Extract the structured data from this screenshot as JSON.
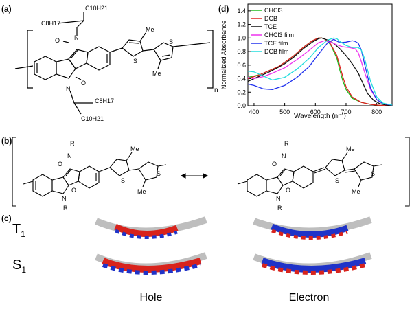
{
  "panels": {
    "a": "(a)",
    "b": "(b)",
    "c": "(c)",
    "d": "(d)"
  },
  "panel_a": {
    "alkyl_top_outer": "C10H21",
    "alkyl_top_inner": "C8H17",
    "alkyl_bottom_inner": "C8H17",
    "alkyl_bottom_outer": "C10H21",
    "methyl_1": "Me",
    "methyl_2": "Me",
    "repeat": "n",
    "atom_O": "O",
    "atom_N": "N",
    "atom_S": "S"
  },
  "panel_b": {
    "R": "R",
    "N": "N",
    "O": "O",
    "S": "S",
    "Me": "Me"
  },
  "panel_c": {
    "row_t1_base": "T",
    "row_t1_sub": "1",
    "row_s1_base": "S",
    "row_s1_sub": "1",
    "col_hole": "Hole",
    "col_electron": "Electron"
  },
  "colors": {
    "chcl3": "#22bb22",
    "dcb": "#e02020",
    "tce": "#111111",
    "chcl3_film": "#ee33ee",
    "tce_film": "#2233ee",
    "dcb_film": "#22dddd",
    "orbital_red": "#d8231c",
    "orbital_blue": "#1f33c8"
  },
  "chart_data": {
    "type": "line",
    "xlabel": "Wavelength (nm)",
    "ylabel": "Normalized Absorbance",
    "xlim": [
      380,
      850
    ],
    "ylim": [
      0.0,
      1.5
    ],
    "xticks": [
      "400",
      "500",
      "600",
      "700",
      "800"
    ],
    "yticks": [
      "0.0",
      "0.2",
      "0.4",
      "0.6",
      "0.8",
      "1.0",
      "1.2",
      "1.4"
    ],
    "legend_position": "top-left",
    "series": [
      {
        "name": "CHCl3",
        "color": "#22bb22",
        "x": [
          380,
          400,
          420,
          450,
          480,
          500,
          530,
          560,
          590,
          610,
          620,
          630,
          650,
          670,
          680,
          690,
          700,
          720,
          750,
          780,
          800,
          830,
          850
        ],
        "y": [
          0.42,
          0.44,
          0.46,
          0.52,
          0.58,
          0.64,
          0.74,
          0.86,
          0.96,
          1.0,
          1.0,
          0.99,
          0.9,
          0.7,
          0.52,
          0.36,
          0.24,
          0.11,
          0.05,
          0.02,
          0.01,
          0.0,
          0.0
        ]
      },
      {
        "name": "DCB",
        "color": "#e02020",
        "x": [
          380,
          400,
          420,
          450,
          480,
          500,
          530,
          560,
          590,
          610,
          620,
          630,
          650,
          670,
          680,
          690,
          700,
          720,
          750,
          780,
          800,
          830,
          850
        ],
        "y": [
          0.4,
          0.43,
          0.46,
          0.52,
          0.58,
          0.64,
          0.74,
          0.86,
          0.96,
          1.0,
          1.0,
          0.99,
          0.91,
          0.74,
          0.58,
          0.42,
          0.28,
          0.13,
          0.05,
          0.02,
          0.01,
          0.0,
          0.0
        ]
      },
      {
        "name": "TCE",
        "color": "#111111",
        "x": [
          380,
          400,
          420,
          450,
          480,
          500,
          530,
          560,
          590,
          610,
          620,
          640,
          660,
          680,
          700,
          720,
          730,
          740,
          750,
          770,
          790,
          810,
          830,
          850
        ],
        "y": [
          0.36,
          0.4,
          0.44,
          0.5,
          0.57,
          0.62,
          0.72,
          0.84,
          0.94,
          0.99,
          1.0,
          0.97,
          0.92,
          0.84,
          0.74,
          0.62,
          0.55,
          0.48,
          0.38,
          0.18,
          0.08,
          0.03,
          0.01,
          0.0
        ]
      },
      {
        "name": "CHCl3 film",
        "color": "#ee33ee",
        "x": [
          380,
          400,
          430,
          460,
          500,
          540,
          580,
          610,
          630,
          650,
          670,
          690,
          710,
          730,
          740,
          750,
          760,
          780,
          800,
          820,
          850
        ],
        "y": [
          0.42,
          0.4,
          0.43,
          0.48,
          0.56,
          0.68,
          0.82,
          0.93,
          0.96,
          0.94,
          0.9,
          0.87,
          0.86,
          0.84,
          0.78,
          0.65,
          0.5,
          0.24,
          0.09,
          0.03,
          0.01
        ]
      },
      {
        "name": "TCE film",
        "color": "#2233ee",
        "x": [
          380,
          400,
          430,
          460,
          500,
          540,
          580,
          610,
          640,
          660,
          680,
          700,
          720,
          730,
          740,
          750,
          760,
          780,
          800,
          820,
          850
        ],
        "y": [
          0.32,
          0.3,
          0.25,
          0.24,
          0.3,
          0.42,
          0.58,
          0.76,
          0.93,
          0.98,
          0.93,
          0.94,
          0.96,
          0.95,
          0.92,
          0.82,
          0.62,
          0.26,
          0.09,
          0.03,
          0.01
        ]
      },
      {
        "name": "DCB film",
        "color": "#22dddd",
        "x": [
          380,
          400,
          430,
          460,
          500,
          540,
          580,
          610,
          640,
          660,
          670,
          680,
          700,
          720,
          730,
          740,
          750,
          760,
          780,
          800,
          820,
          850
        ],
        "y": [
          0.51,
          0.5,
          0.44,
          0.38,
          0.42,
          0.54,
          0.7,
          0.86,
          0.97,
          1.0,
          0.99,
          0.95,
          0.89,
          0.86,
          0.86,
          0.86,
          0.82,
          0.7,
          0.36,
          0.13,
          0.04,
          0.01
        ]
      }
    ]
  }
}
